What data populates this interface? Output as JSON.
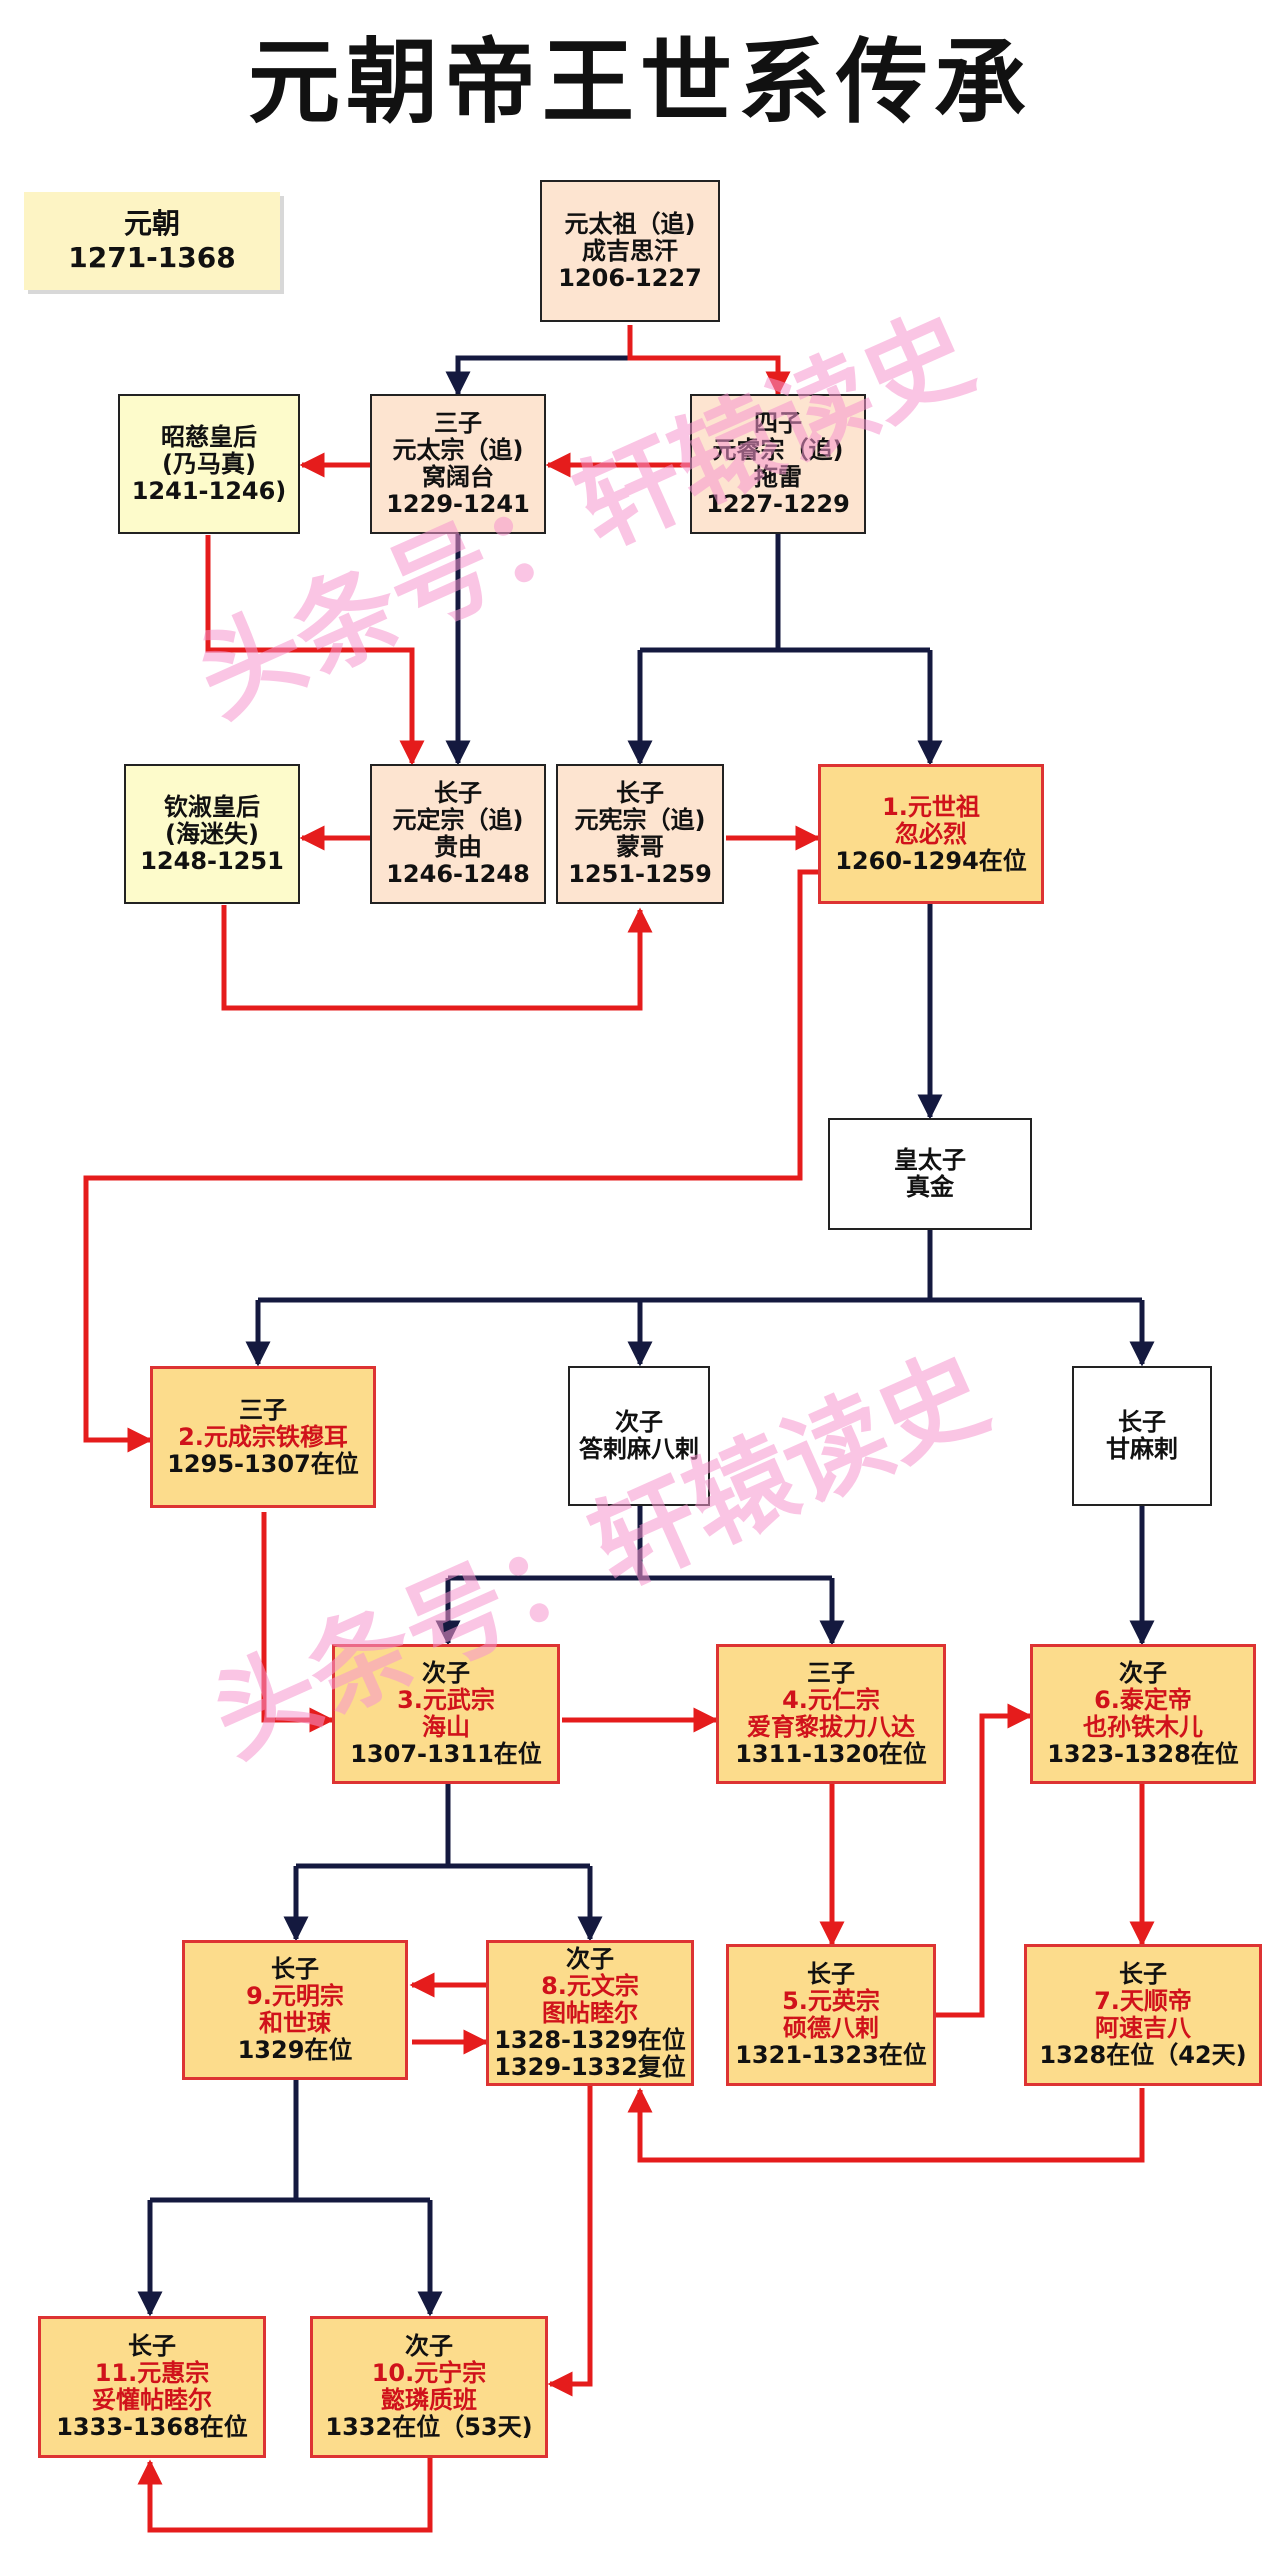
{
  "title": "元朝帝王世系传承",
  "era": {
    "name": "元朝",
    "years": "1271-1368"
  },
  "watermark": "头条号：轩辕读史",
  "colors": {
    "ancestor_fill": "#fde4d0",
    "emperor_fill": "#fcdc8c",
    "empress_fill": "#fdfbcb",
    "emperor_name": "#d0121b",
    "succession_arrow": "#e51c1c",
    "lineage_arrow": "#14193f"
  },
  "nodes": {
    "genghis": {
      "lines": [
        "元太祖（追)",
        "成吉思汗",
        "1206-1227"
      ]
    },
    "ogedei": {
      "lines": [
        "三子",
        "元太宗（追)",
        "窝阔台",
        "1229-1241"
      ]
    },
    "tolui": {
      "lines": [
        "四子",
        "元睿宗（追)",
        "拖雷",
        "1227-1229"
      ]
    },
    "zhaoci": {
      "lines": [
        "昭慈皇后",
        "(乃马真)",
        "1241-1246)"
      ]
    },
    "guyuk": {
      "lines": [
        "长子",
        "元定宗（追)",
        "贵由",
        "1246-1248"
      ]
    },
    "qinshu": {
      "lines": [
        "钦淑皇后",
        "(海迷失)",
        "1248-1251"
      ]
    },
    "mongke": {
      "lines": [
        "长子",
        "元宪宗（追)",
        "蒙哥",
        "1251-1259"
      ]
    },
    "kublai": {
      "lines": [
        "1.元世祖",
        "忽必烈",
        "1260-1294在位"
      ]
    },
    "zhenjin": {
      "lines": [
        "皇太子",
        "真金"
      ]
    },
    "temur": {
      "lines": [
        "三子",
        "2.元成宗铁穆耳",
        "1295-1307在位"
      ]
    },
    "darmabala": {
      "lines": [
        "次子",
        "答剌麻八剌"
      ]
    },
    "gammala": {
      "lines": [
        "长子",
        "甘麻剌"
      ]
    },
    "khayshan": {
      "lines": [
        "次子",
        "3.元武宗",
        "海山",
        "1307-1311在位"
      ]
    },
    "ayurbarwada": {
      "lines": [
        "三子",
        "4.元仁宗",
        "爱育黎拔力八达",
        "1311-1320在位"
      ]
    },
    "yesun": {
      "lines": [
        "次子",
        "6.泰定帝",
        "也孙铁木儿",
        "1323-1328在位"
      ]
    },
    "kusala": {
      "lines": [
        "长子",
        "9.元明宗",
        "和世㻋",
        "1329在位"
      ]
    },
    "tugh": {
      "lines": [
        "次子",
        "8.元文宗",
        "图帖睦尔",
        "1328-1329在位",
        "1329-1332复位"
      ]
    },
    "shidebala": {
      "lines": [
        "长子",
        "5.元英宗",
        "硕德八剌",
        "1321-1323在位"
      ]
    },
    "ragibagh": {
      "lines": [
        "长子",
        "7.天顺帝",
        "阿速吉八",
        "1328在位（42天)"
      ]
    },
    "toghon": {
      "lines": [
        "长子",
        "11.元惠宗",
        "妥懽帖睦尔",
        "1333-1368在位"
      ]
    },
    "rinchinbal": {
      "lines": [
        "次子",
        "10.元宁宗",
        "懿璘质班",
        "1332在位（53天)"
      ]
    }
  }
}
